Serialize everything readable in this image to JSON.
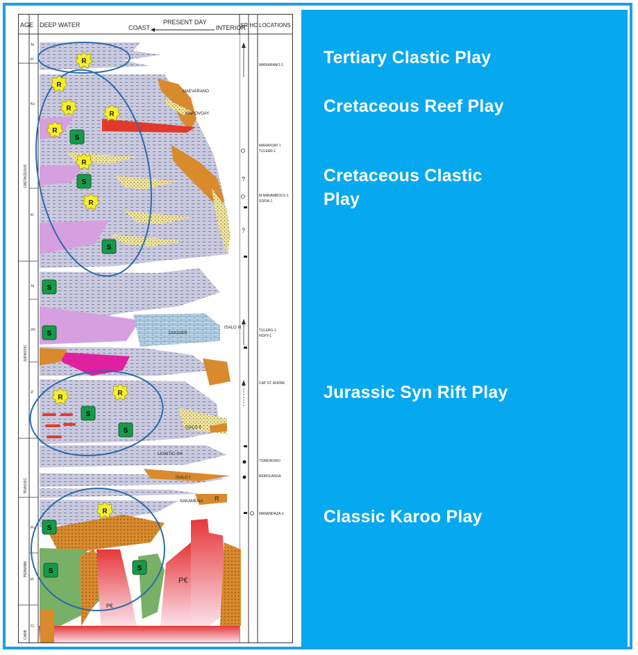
{
  "chart": {
    "headers": {
      "age": "AGE",
      "deep_water": "DEEP WATER",
      "coast": "COAST",
      "present_day": "PRESENT DAY",
      "interior": "INTERIOR",
      "sr_hc": "SR HC",
      "locations": "LOCATIONS"
    },
    "age_labels": [
      "Te",
      "Pi",
      "Ku",
      "CRETACEOUS",
      "Kl",
      "Ju",
      "JURASSIC",
      "Jm",
      "Jl",
      "TRIASSIC",
      "PERMIAN",
      "Pu",
      "Pl",
      "CARB",
      "Cl"
    ],
    "formation_labels": [
      "MAEVARANO",
      "MAROVOAY",
      "DOGGER",
      "ISALO III",
      "ISALO II",
      "LIGNITIC-SH",
      "ISALO I",
      "SAKAMENA",
      "P€",
      "P€",
      "R"
    ],
    "locations": [
      "MARIARANO-1",
      "MARAVOAY-1",
      "TULEAR-1",
      "M.MANAMBOLO-1",
      "SOFIA-1",
      "TULERG-1",
      "HOPY-1",
      "CAP ST. ANDRE",
      "TSIMORORO",
      "BEMOLANGA",
      "MANANDAZA-1"
    ],
    "badge_reservoir": "R",
    "badge_source": "S"
  },
  "plays": [
    {
      "label": "Tertiary Clastic Play"
    },
    {
      "label": "Cretaceous Reef Play"
    },
    {
      "label": "Cretaceous Clastic\nPlay"
    },
    {
      "label": "Jurassic Syn Rift Play"
    },
    {
      "label": "Classic Karoo Play"
    }
  ],
  "colors": {
    "panel_bg": "#06a8f0",
    "frame": "#1aa0e6",
    "shale": "#c9c9e0",
    "sand": "#f1e6a0",
    "orange": "#d88a2c",
    "pink": "#e020a0",
    "violet": "#d6a0e0",
    "red": "#e23a2a",
    "reservoir_badge": "#f5ef2a",
    "source_badge": "#169a4a",
    "ellipse": "#2a6aa8"
  }
}
